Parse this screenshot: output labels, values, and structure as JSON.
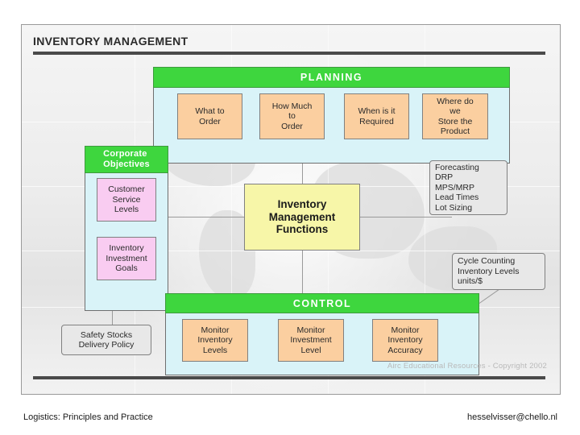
{
  "slide": {
    "title": "INVENTORY MANAGEMENT",
    "watermark": "Airc Educational Resources - Copyright 2002",
    "footer_left": "Logistics: Principles and Practice",
    "footer_right": "hesselvisser@chello.nl"
  },
  "colors": {
    "green_header": "#3ed63e",
    "band_cyan": "#d9f3f8",
    "box_orange": "#fbcfa0",
    "box_pink": "#f9ccf1",
    "box_grey": "#e8e8e8",
    "box_yellow": "#f7f6a8",
    "rule": "#4a4a4a"
  },
  "planning": {
    "header": "PLANNING",
    "boxes": [
      {
        "label": "What to\nOrder"
      },
      {
        "label": "How Much\nto\nOrder"
      },
      {
        "label": "When is it\nRequired"
      },
      {
        "label": "Where do\nwe\nStore the\nProduct"
      }
    ]
  },
  "corporate": {
    "header": "Corporate\nObjectives",
    "boxes": [
      {
        "label": "Customer\nService\nLevels"
      },
      {
        "label": "Inventory\nInvestment\nGoals"
      }
    ]
  },
  "center": {
    "label": "Inventory\nManagement\nFunctions"
  },
  "right_callouts": [
    {
      "label": "Forecasting\nDRP\nMPS/MRP\nLead Times\nLot Sizing"
    },
    {
      "label": "Cycle Counting\nInventory Levels\nunits/$"
    }
  ],
  "control": {
    "header": "CONTROL",
    "boxes": [
      {
        "label": "Monitor\nInventory\nLevels"
      },
      {
        "label": "Monitor\nInvestment\nLevel"
      },
      {
        "label": "Monitor\nInventory\nAccuracy"
      }
    ]
  },
  "left_callout": {
    "label": "Safety Stocks\nDelivery Policy"
  }
}
